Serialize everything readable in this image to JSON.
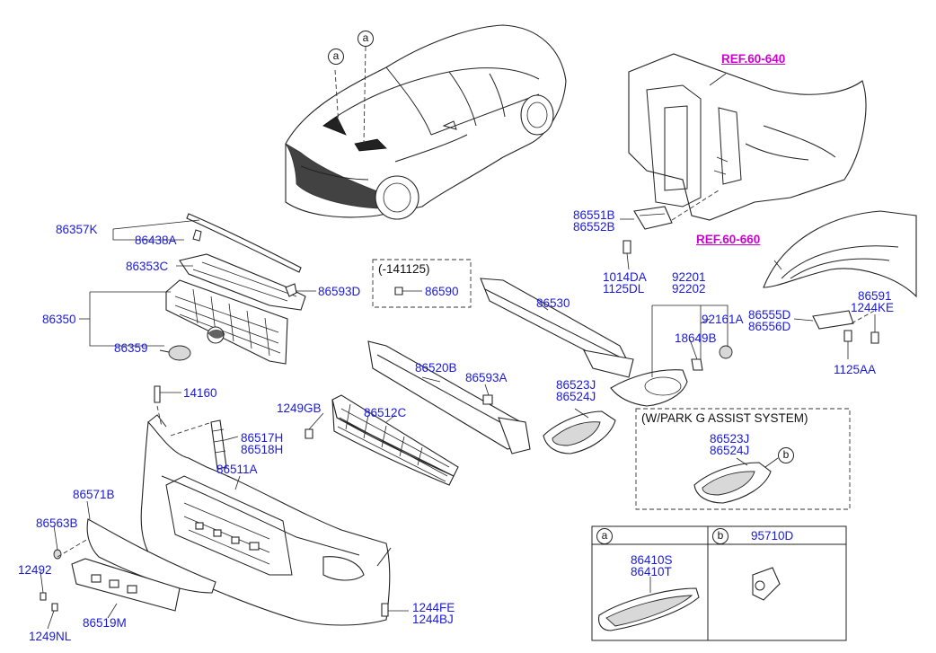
{
  "labels": {
    "l86357K": "86357K",
    "l86438A": "86438A",
    "l86353C": "86353C",
    "l86593D": "86593D",
    "l86350": "86350",
    "l86359": "86359",
    "l14160": "14160",
    "l86517H": "86517H",
    "l86518H": "86518H",
    "l86511A": "86511A",
    "l86571B": "86571B",
    "l86563B": "86563B",
    "l12492": "12492",
    "l1249NL": "1249NL",
    "l86519M": "86519M",
    "l1244FE": "1244FE",
    "l1244BJ": "1244BJ",
    "l1249GB": "1249GB",
    "l86512C": "86512C",
    "l86520B": "86520B",
    "l86593A": "86593A",
    "l86530": "86530",
    "l86590": "86590",
    "l141125": "(-141125)",
    "l86551B": "86551B",
    "l86552B": "86552B",
    "l1014DA": "1014DA",
    "l1125DL": "1125DL",
    "l92201": "92201",
    "l92202": "92202",
    "l92161A": "92161A",
    "l18649B": "18649B",
    "l86523J": "86523J",
    "l86524J": "86524J",
    "l86523J2": "86523J",
    "l86524J2": "86524J",
    "l86591": "86591",
    "l1244KE": "1244KE",
    "l86555D": "86555D",
    "l86556D": "86556D",
    "l1125AA": "1125AA",
    "l86410S": "86410S",
    "l86410T": "86410T",
    "l95710D": "95710D"
  },
  "refs": {
    "ref640": "REF.60-640",
    "ref660": "REF.60-660"
  },
  "boxes": {
    "park_assist": "(W/PARK G ASSIST SYSTEM)",
    "legend_a": "a",
    "legend_b": "b"
  },
  "callouts": {
    "a1": "a",
    "a2": "a",
    "b1": "b"
  },
  "colors": {
    "label": "#1a1adb",
    "ref": "#d000d0",
    "line": "#222222"
  }
}
